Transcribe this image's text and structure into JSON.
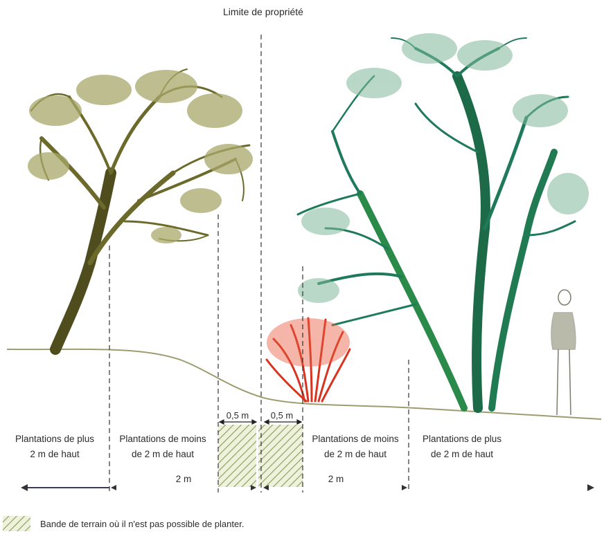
{
  "property_limit_label": "Limite de propriété",
  "zones": [
    {
      "line1": "Plantations de plus",
      "line2": "2 m de haut"
    },
    {
      "line1": "Plantations de moins",
      "line2": "de 2 m de haut"
    },
    {
      "line1": "Plantations de moins",
      "line2": "de 2 m de haut"
    },
    {
      "line1": "Plantations de plus",
      "line2": "de 2 m de haut"
    }
  ],
  "dimensions": {
    "buffer_left": "0,5 m",
    "buffer_right": "0,5 m",
    "span_left": "2 m",
    "span_right": "2 m"
  },
  "legend": {
    "text": "Bande de terrain où il n'est pas possible de planter."
  },
  "colors": {
    "tree_left": "#6b6a2a",
    "tree_right": "#1f7a5a",
    "shrub": "#d8331f",
    "hatch": "#9aa86a"
  }
}
